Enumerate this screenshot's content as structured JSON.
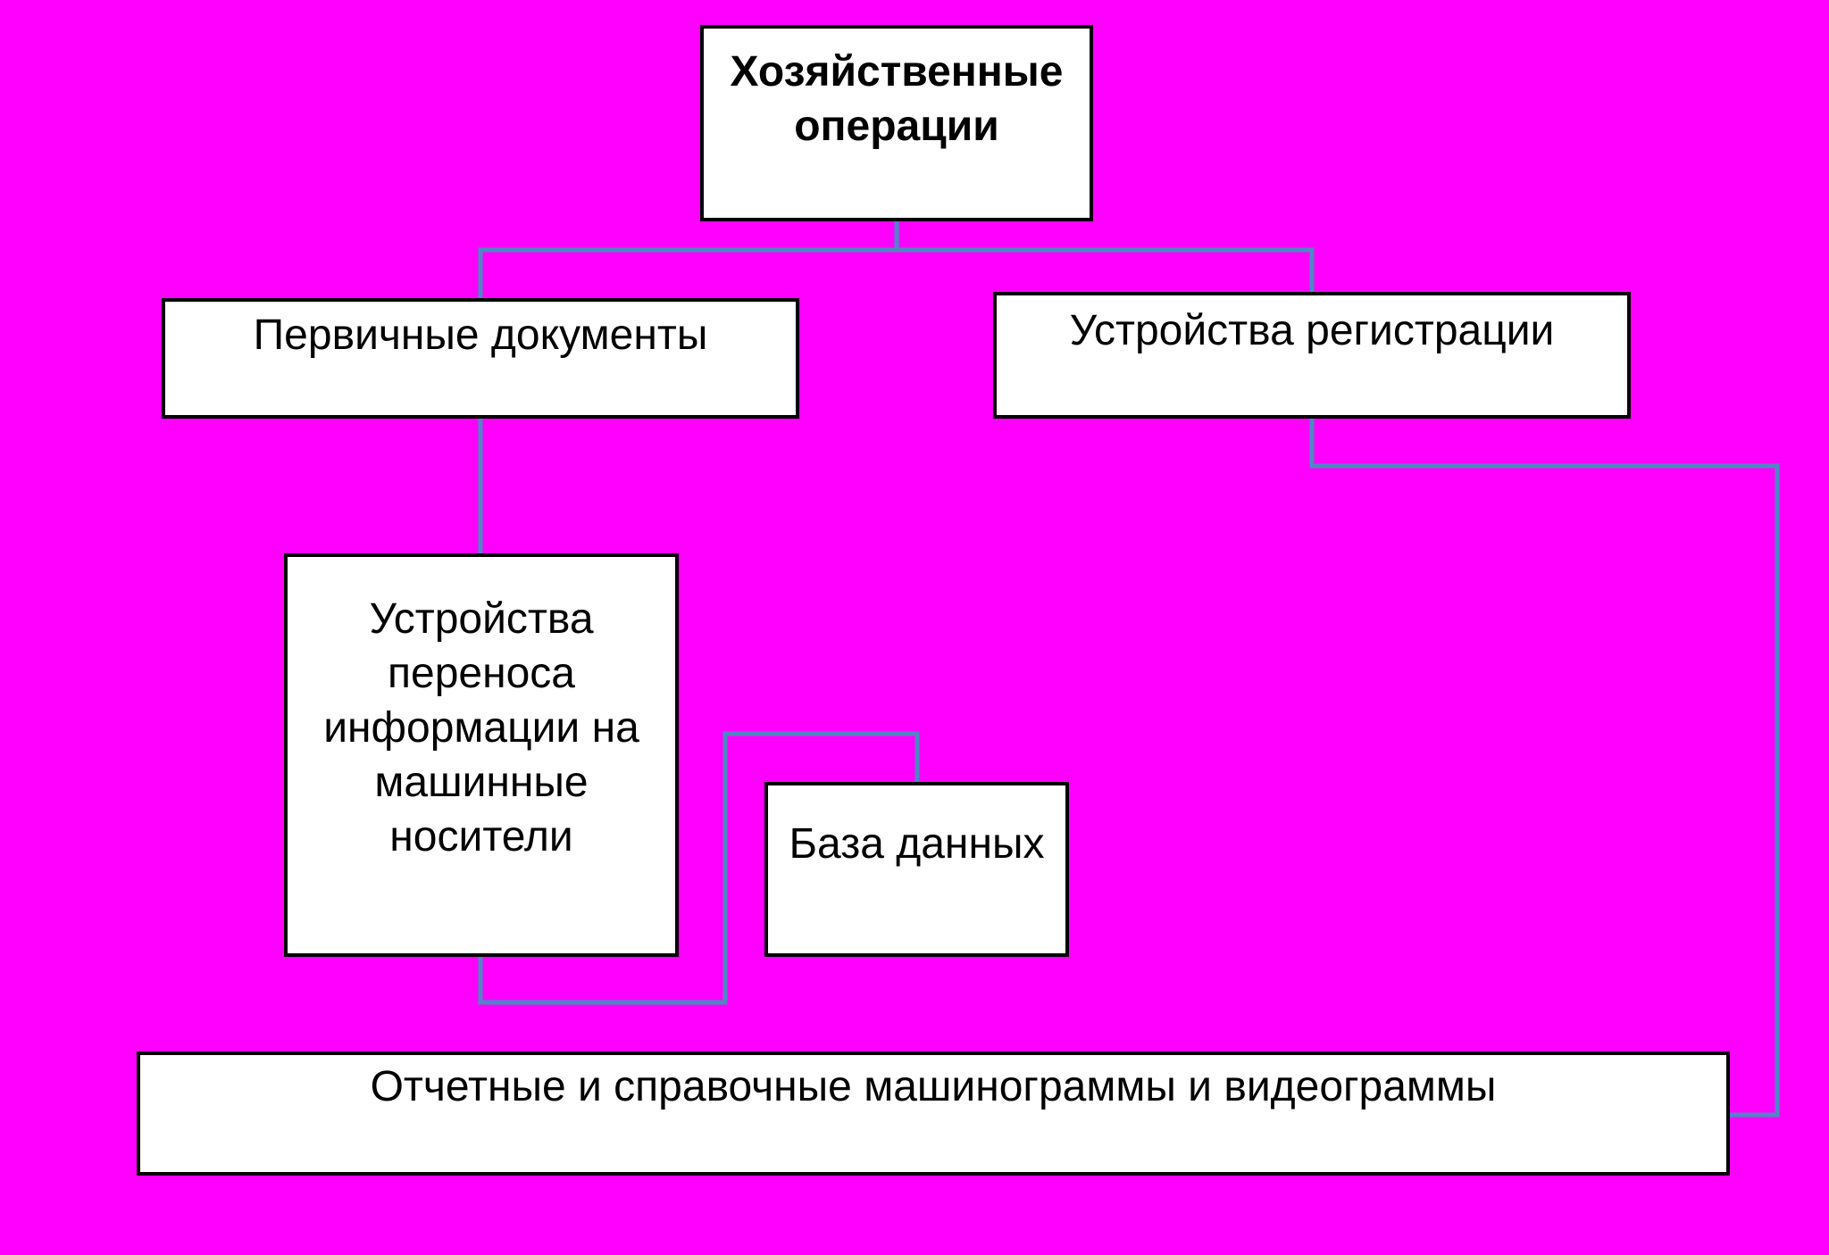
{
  "diagram": {
    "nodes": {
      "business_operations": "Хозяйственные операции",
      "primary_documents": "Первичные документы",
      "registration_devices": "Устройства регистрации",
      "transfer_devices": "Устройства переноса информации на машинные носители",
      "database": "База данных",
      "reports": "Отчетные и справочные машинограммы и видеограммы"
    },
    "edges": [
      {
        "from": "business_operations",
        "to": "primary_documents"
      },
      {
        "from": "business_operations",
        "to": "registration_devices"
      },
      {
        "from": "primary_documents",
        "to": "transfer_devices"
      },
      {
        "from": "transfer_devices",
        "to": "database"
      },
      {
        "from": "registration_devices",
        "to": "reports"
      }
    ],
    "colors": {
      "background": "#ff00ff",
      "box_fill": "#ffffff",
      "box_border": "#000000",
      "connector": "#4f86c6"
    }
  }
}
